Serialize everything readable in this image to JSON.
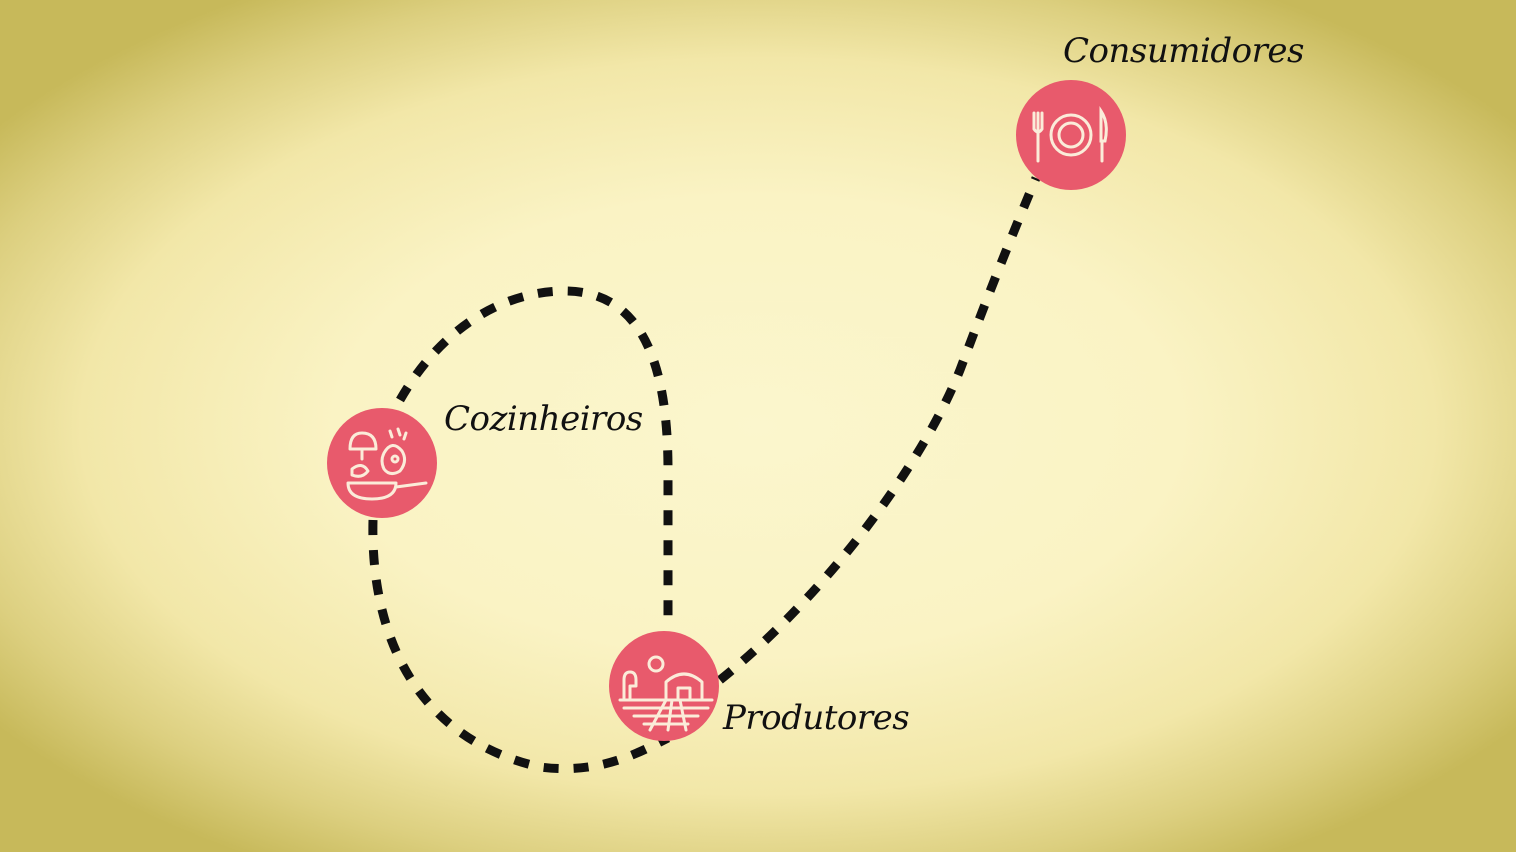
{
  "nodes": {
    "consumidores": {
      "label": "Consumidores",
      "icon": "plate-fork-knife-icon"
    },
    "cozinheiros": {
      "label": "Cozinheiros",
      "icon": "cooking-pan-icon"
    },
    "produtores": {
      "label": "Produtores",
      "icon": "farm-barn-icon"
    }
  },
  "colors": {
    "node_fill": "#e85a6c",
    "icon_stroke": "#fbecd9",
    "path": "#111111",
    "background_center": "#fbf6cd",
    "background_edge": "#c7b95a"
  }
}
